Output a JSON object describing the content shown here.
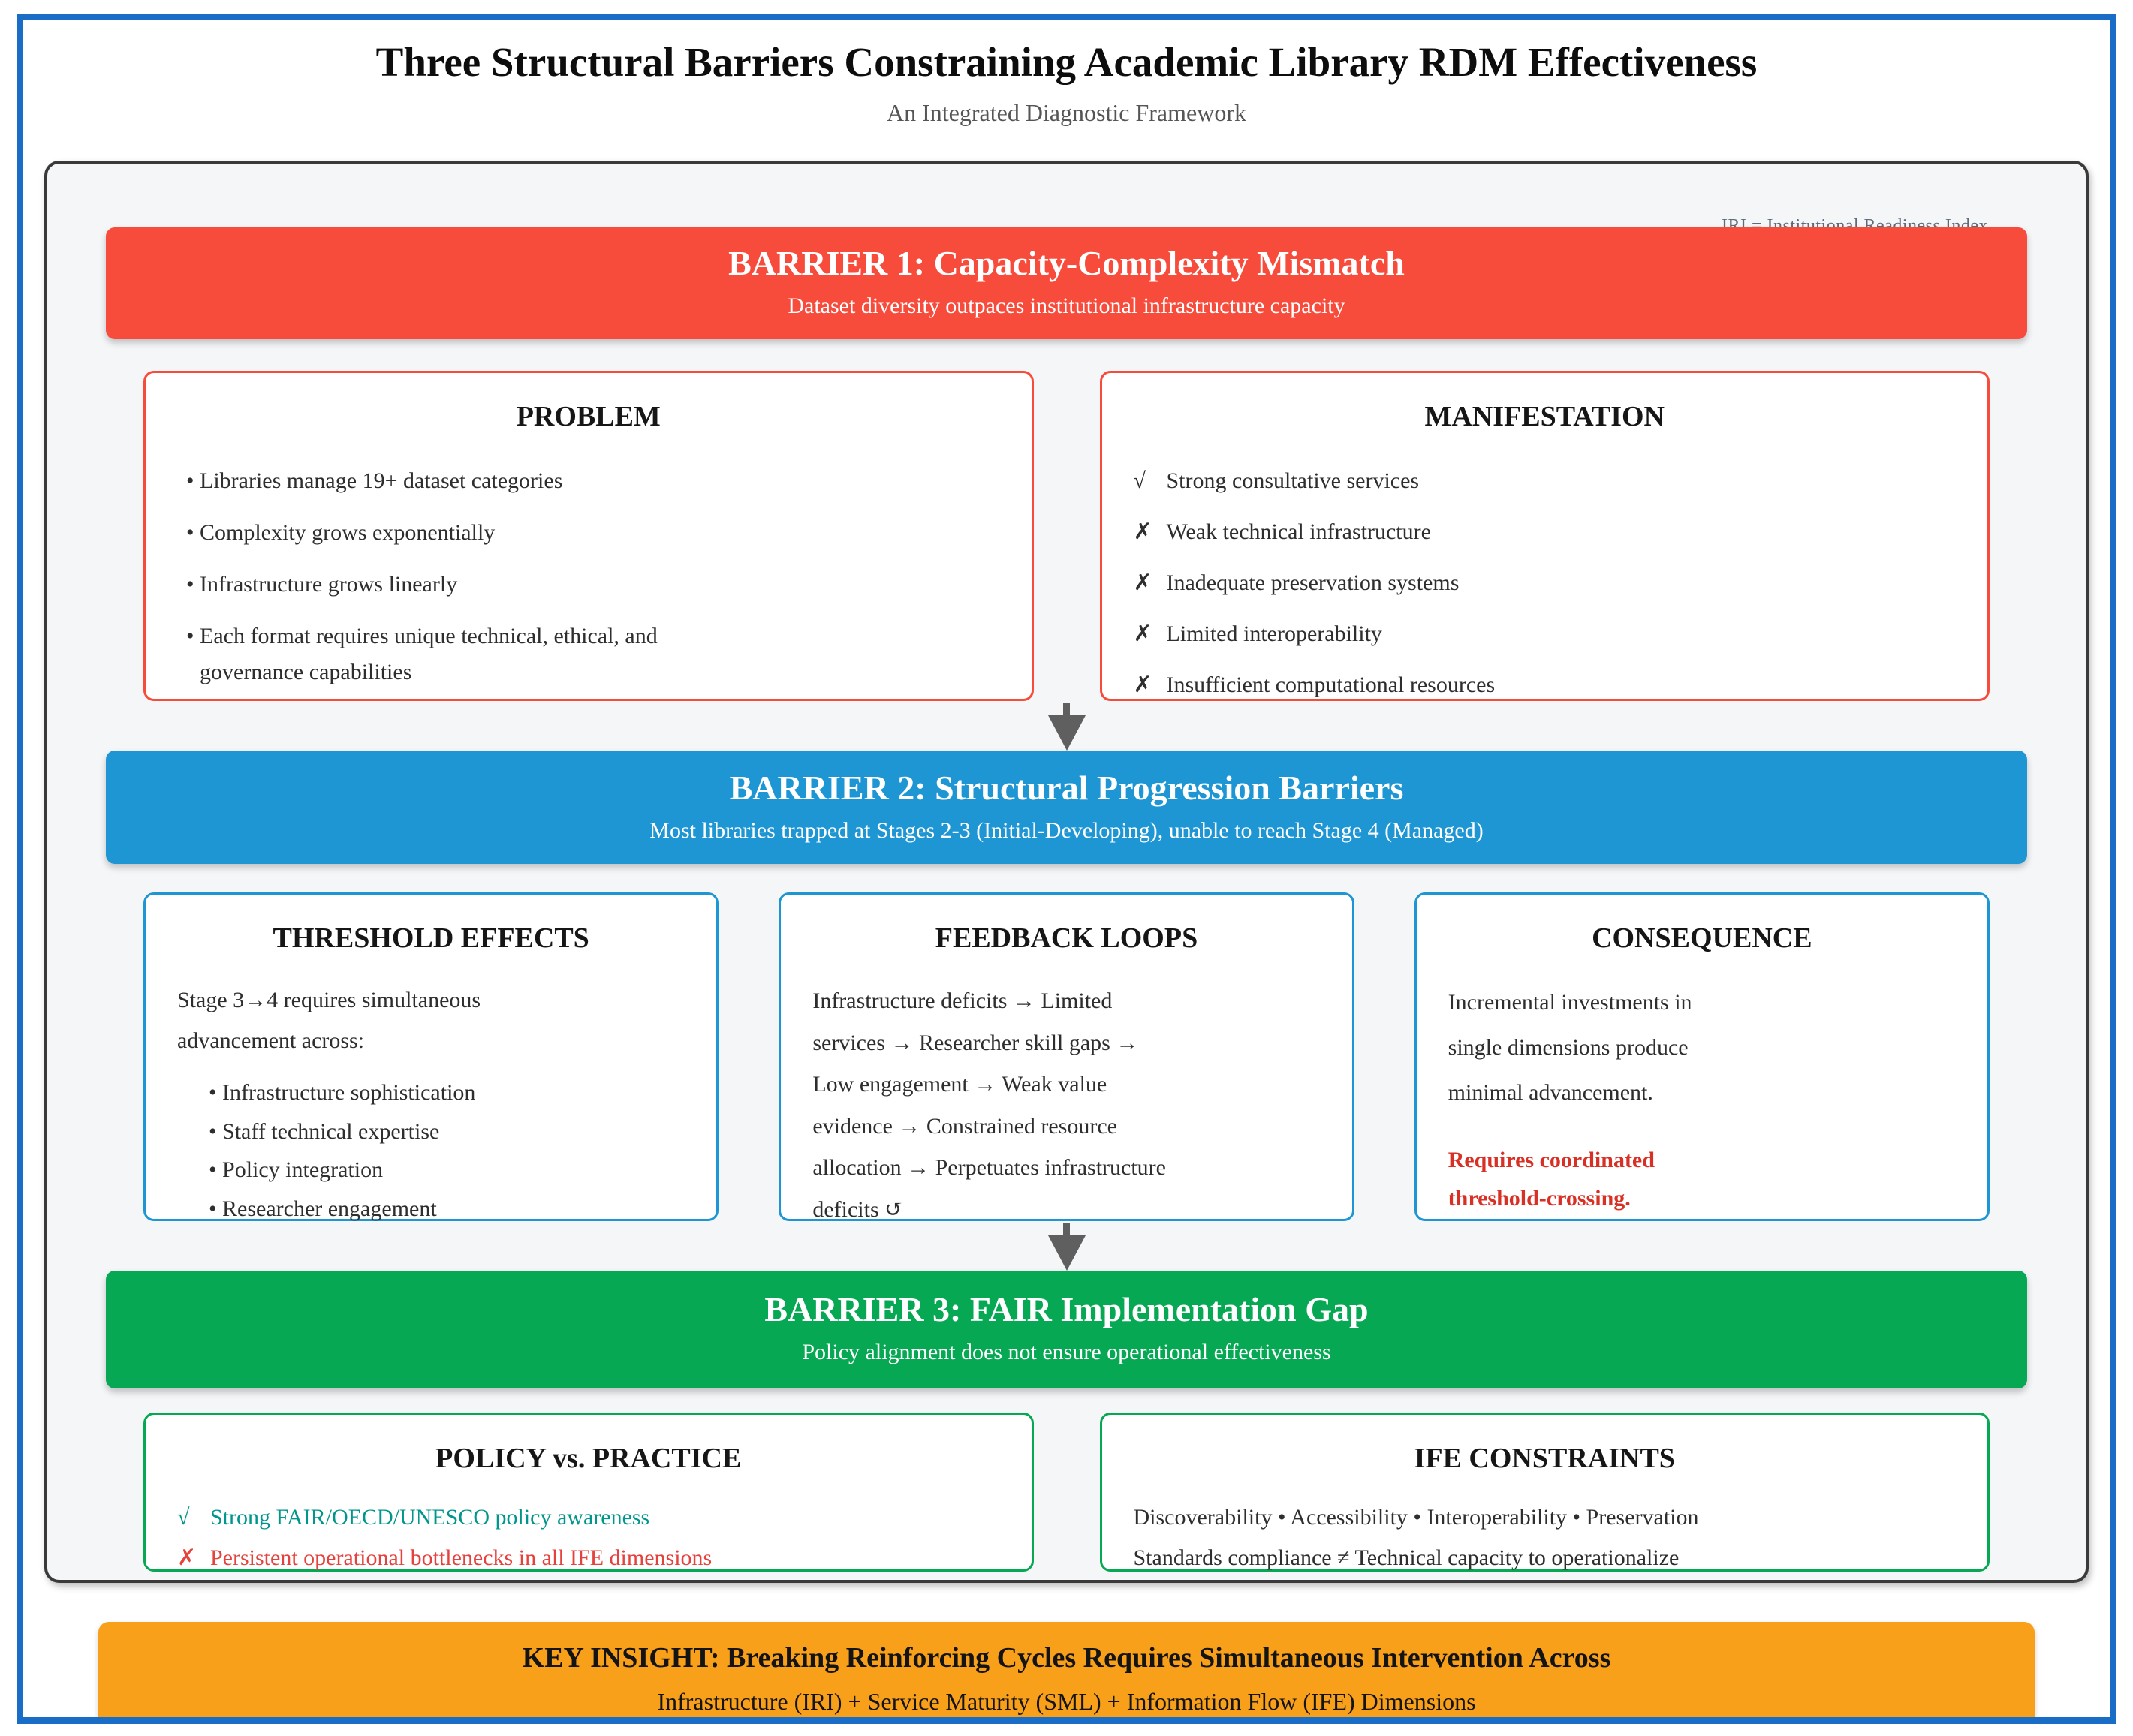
{
  "page": {
    "title": "Three Structural Barriers Constraining Academic Library RDM Effectiveness",
    "subtitle": "An Integrated Diagnostic Framework",
    "legend_note": "IRI = Institutional Readiness Index",
    "colors": {
      "barrier1": "#f74b3c",
      "barrier2": "#1e96d4",
      "barrier3": "#07a853",
      "key_insight": "#f9a01b",
      "frame_border": "#1a6dc7",
      "positive": "#00968b",
      "negative": "#e5423d",
      "emphasis_red": "#d93025"
    }
  },
  "barrier1": {
    "banner_title": "BARRIER 1: Capacity-Complexity Mismatch",
    "banner_subtitle": "Dataset diversity outpaces institutional infrastructure capacity",
    "problem": {
      "heading": "PROBLEM",
      "items": [
        "• Libraries manage 19+ dataset categories",
        "• Complexity grows exponentially",
        "• Infrastructure grows linearly",
        "• Each format requires unique technical, ethical, and governance capabilities"
      ]
    },
    "manifestation": {
      "heading": "MANIFESTATION",
      "items": [
        {
          "mark": "√",
          "text": "Strong consultative services"
        },
        {
          "mark": "✗",
          "text": "Weak technical infrastructure"
        },
        {
          "mark": "✗",
          "text": "Inadequate preservation systems"
        },
        {
          "mark": "✗",
          "text": "Limited interoperability"
        },
        {
          "mark": "✗",
          "text": "Insufficient computational resources"
        }
      ]
    }
  },
  "barrier2": {
    "banner_title": "BARRIER 2: Structural Progression Barriers",
    "banner_subtitle": "Most libraries trapped at Stages 2-3 (Initial-Developing), unable to reach Stage 4 (Managed)",
    "threshold": {
      "heading": "THRESHOLD EFFECTS",
      "intro": "Stage 3→4 requires simultaneous advancement across:",
      "items": [
        "• Infrastructure sophistication",
        "• Staff technical expertise",
        "• Policy integration",
        "• Researcher engagement"
      ]
    },
    "feedback": {
      "heading": "FEEDBACK LOOPS",
      "text": "Infrastructure deficits → Limited services → Researcher skill gaps → Low engagement → Weak value evidence → Constrained resource allocation → Perpetuates infrastructure deficits ↺"
    },
    "consequence": {
      "heading": "CONSEQUENCE",
      "text": "Incremental investments in single dimensions produce minimal advancement.",
      "emphasis": "Requires coordinated threshold-crossing."
    }
  },
  "barrier3": {
    "banner_title": "BARRIER 3: FAIR Implementation Gap",
    "banner_subtitle": "Policy alignment does not ensure operational effectiveness",
    "policy": {
      "heading": "POLICY vs. PRACTICE",
      "positive": {
        "mark": "√",
        "text": "Strong FAIR/OECD/UNESCO policy awareness"
      },
      "negative": {
        "mark": "✗",
        "text": "Persistent operational bottlenecks in all IFE dimensions"
      }
    },
    "ife": {
      "heading": "IFE CONSTRAINTS",
      "line1": "Discoverability • Accessibility • Interoperability • Preservation",
      "line2": "Standards compliance ≠ Technical capacity to operationalize"
    }
  },
  "key_insight": {
    "line1": "KEY INSIGHT: Breaking Reinforcing Cycles Requires Simultaneous Intervention Across",
    "line2": "Infrastructure (IRI) + Service Maturity (SML) + Information Flow (IFE) Dimensions"
  }
}
